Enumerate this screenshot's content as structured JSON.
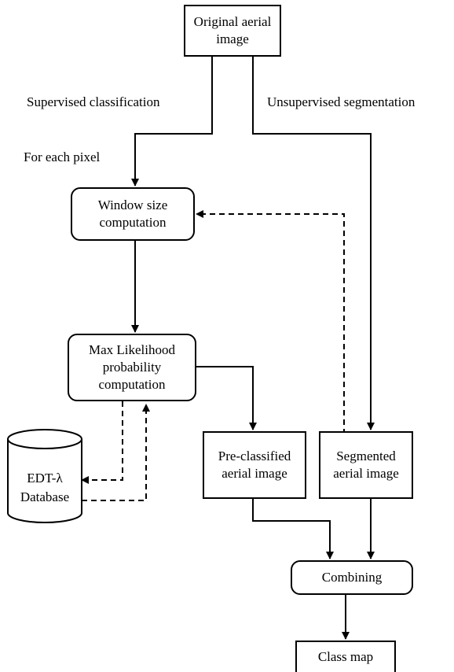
{
  "nodes": {
    "original": "Original aerial\nimage",
    "window": "Window size\ncomputation",
    "maxlik": "Max Likelihood\nprobability\ncomputation",
    "database": "EDT-λ\nDatabase",
    "preclassified": "Pre-classified\naerial image",
    "segmented": "Segmented\naerial image",
    "combining": "Combining",
    "classmap": "Class map"
  },
  "labels": {
    "supervised": "Supervised classification",
    "unsupervised": "Unsupervised segmentation",
    "foreach": "For each pixel"
  }
}
